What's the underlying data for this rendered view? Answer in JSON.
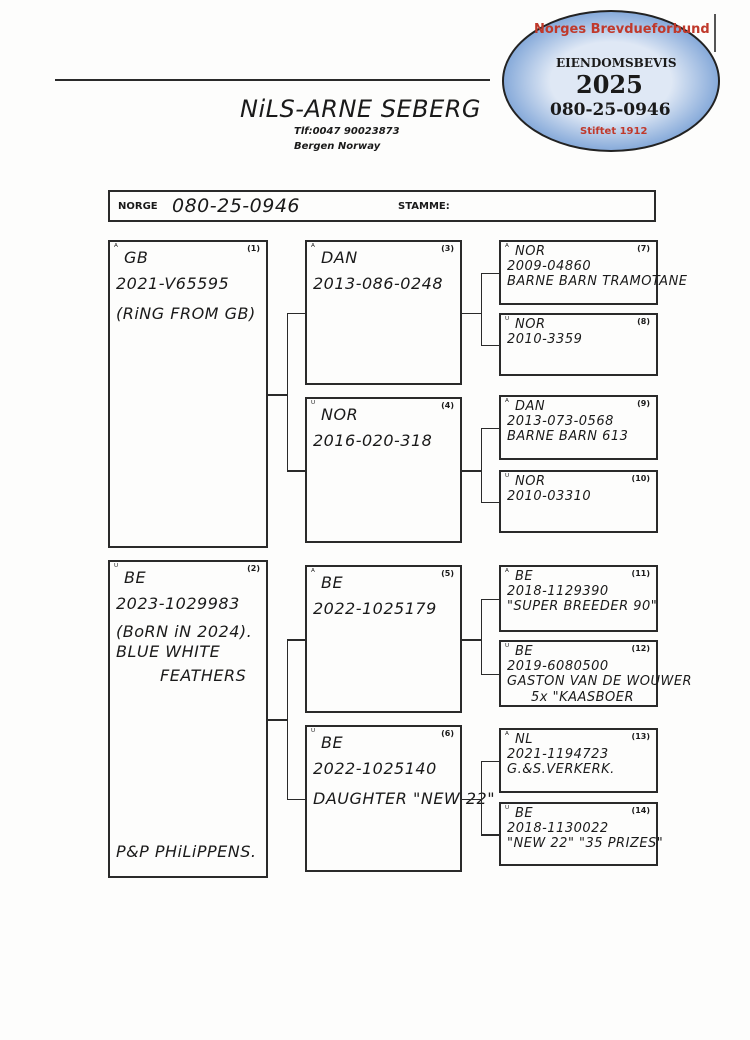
{
  "owner": {
    "name": "NiLS-ARNE SEBERG",
    "phone": "Tlf:0047 90023873",
    "city": "Bergen  Norway"
  },
  "badge": {
    "org": "Norges Brevdueforbund",
    "title": "EIENDOMSBEVIS",
    "year": "2025",
    "ring": "080-25-0946",
    "founded": "Stiftet 1912"
  },
  "header": {
    "country_label": "NORGE",
    "ring": "080-25-0946",
    "strain_label": "STAMME:"
  },
  "birds": [
    {
      "n": "(1)",
      "sex": "ᴬ",
      "country": "GB",
      "ring": "2021-V65595",
      "notes": [
        "(RiNG FROM GB)"
      ]
    },
    {
      "n": "(2)",
      "sex": "ᵁ",
      "country": "BE",
      "ring": "2023-1029983",
      "notes": [
        "(BoRN iN 2024).",
        "BLUE WHITE",
        "FEATHERS",
        "P&P PHiLiPPENS."
      ]
    },
    {
      "n": "(3)",
      "sex": "ᴬ",
      "country": "DAN",
      "ring": "2013-086-0248",
      "notes": []
    },
    {
      "n": "(4)",
      "sex": "ᵁ",
      "country": "NOR",
      "ring": "2016-020-318",
      "notes": []
    },
    {
      "n": "(5)",
      "sex": "ᴬ",
      "country": "BE",
      "ring": "2022-1025179",
      "notes": []
    },
    {
      "n": "(6)",
      "sex": "ᵁ",
      "country": "BE",
      "ring": "2022-1025140",
      "notes": [
        "DAUGHTER \"NEW 22\""
      ]
    },
    {
      "n": "(7)",
      "sex": "ᴬ",
      "country": "NOR",
      "ring": "2009-04860",
      "notes": [
        "BARNE BARN TRAMOTANE"
      ]
    },
    {
      "n": "(8)",
      "sex": "ᵁ",
      "country": "NOR",
      "ring": "2010-3359",
      "notes": []
    },
    {
      "n": "(9)",
      "sex": "ᴬ",
      "country": "DAN",
      "ring": "2013-073-0568",
      "notes": [
        "BARNE BARN 613"
      ]
    },
    {
      "n": "(10)",
      "sex": "ᵁ",
      "country": "NOR",
      "ring": "2010-03310",
      "notes": []
    },
    {
      "n": "(11)",
      "sex": "ᴬ",
      "country": "BE",
      "ring": "2018-1129390",
      "notes": [
        "\"SUPER BREEDER 90\""
      ]
    },
    {
      "n": "(12)",
      "sex": "ᵁ",
      "country": "BE",
      "ring": "2019-6080500",
      "notes": [
        "GASTON VAN DE WOUWER",
        "5x \"KAASBOER"
      ]
    },
    {
      "n": "(13)",
      "sex": "ᴬ",
      "country": "NL",
      "ring": "2021-1194723",
      "notes": [
        "G.&S.VERKERK."
      ]
    },
    {
      "n": "(14)",
      "sex": "ᵁ",
      "country": "BE",
      "ring": "2018-1130022",
      "notes": [
        "\"NEW 22\" \"35 PRIZES\""
      ]
    }
  ]
}
